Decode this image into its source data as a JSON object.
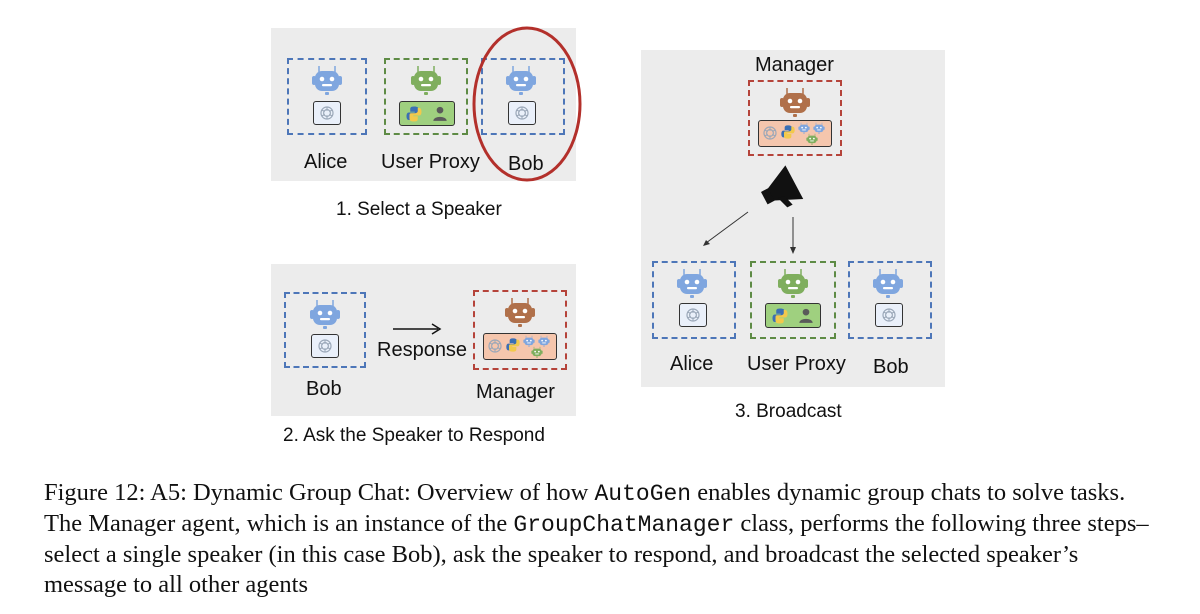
{
  "panel1": {
    "agents": [
      "Alice",
      "User Proxy",
      "Bob"
    ],
    "step_label": "1. Select a Speaker"
  },
  "panel2": {
    "speaker": "Bob",
    "arrow_label": "Response",
    "manager": "Manager",
    "step_label": "2. Ask the Speaker to Respond"
  },
  "panel3": {
    "manager": "Manager",
    "agents": [
      "Alice",
      "User Proxy",
      "Bob"
    ],
    "step_label": "3. Broadcast"
  },
  "caption": {
    "prefix": "Figure 12: A5: Dynamic Group Chat: Overview of how ",
    "autogen": "AutoGen",
    "middle1": " enables dynamic group chats to solve tasks. The Manager agent, which is an instance of the ",
    "classname": "GroupChatManager",
    "suffix": " class, performs the following three steps–select a single speaker (in this case Bob), ask the speaker to respond, and broadcast the selected speaker’s message to all other agents"
  },
  "colors": {
    "blue_robot": "#7fa6df",
    "green_robot": "#7fae5e",
    "brown_robot": "#b0704a",
    "highlight_circle": "#b3302b"
  }
}
